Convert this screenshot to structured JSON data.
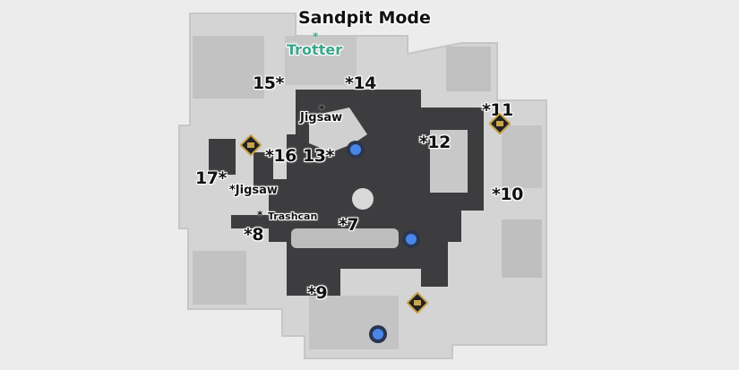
{
  "map": {
    "title": "Sandpit Mode",
    "trotter_label": "Trotter",
    "star_glyph": "*",
    "points": [
      {
        "id": "15",
        "text": "15*"
      },
      {
        "id": "14",
        "text": "*14"
      },
      {
        "id": "11",
        "text": "*11"
      },
      {
        "id": "12",
        "text": "*12"
      },
      {
        "id": "16",
        "text": "*16"
      },
      {
        "id": "13",
        "text": "13*"
      },
      {
        "id": "17",
        "text": "17*"
      },
      {
        "id": "10",
        "text": "*10"
      },
      {
        "id": "7",
        "text": "*7"
      },
      {
        "id": "8",
        "text": "*8"
      },
      {
        "id": "9",
        "text": "*9"
      }
    ],
    "labels": {
      "jigsaw_top": "Jigsaw",
      "jigsaw_left": "*Jigsaw",
      "trashcan": "Trashcan"
    },
    "icons": {
      "supply_crate": "supply-crate-icon",
      "blue_orb": "blue-orb-icon"
    },
    "colors": {
      "background": "#ececec",
      "outline": "#d6d6d6",
      "floor_light": "#c9c9c9",
      "floor_dark": "#3d3d3f",
      "trotter": "#3aa68a",
      "crate_gold": "#c9a44a",
      "orb_blue": "#4a86e8"
    }
  }
}
